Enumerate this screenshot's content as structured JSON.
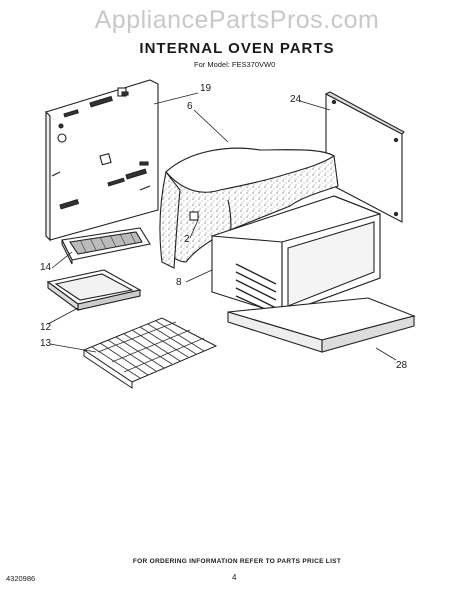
{
  "watermark": "AppliancePartsPros.com",
  "title": "INTERNAL OVEN PARTS",
  "model_line": "For Model: FES370VW0",
  "callouts": {
    "c19": "19",
    "c6": "6",
    "c24": "24",
    "c14": "14",
    "c2": "2",
    "c8": "8",
    "c12": "12",
    "c13": "13",
    "c28": "28"
  },
  "footer_note": "FOR ORDERING INFORMATION REFER TO PARTS PRICE LIST",
  "doc_number": "4320986",
  "page_number": "4"
}
